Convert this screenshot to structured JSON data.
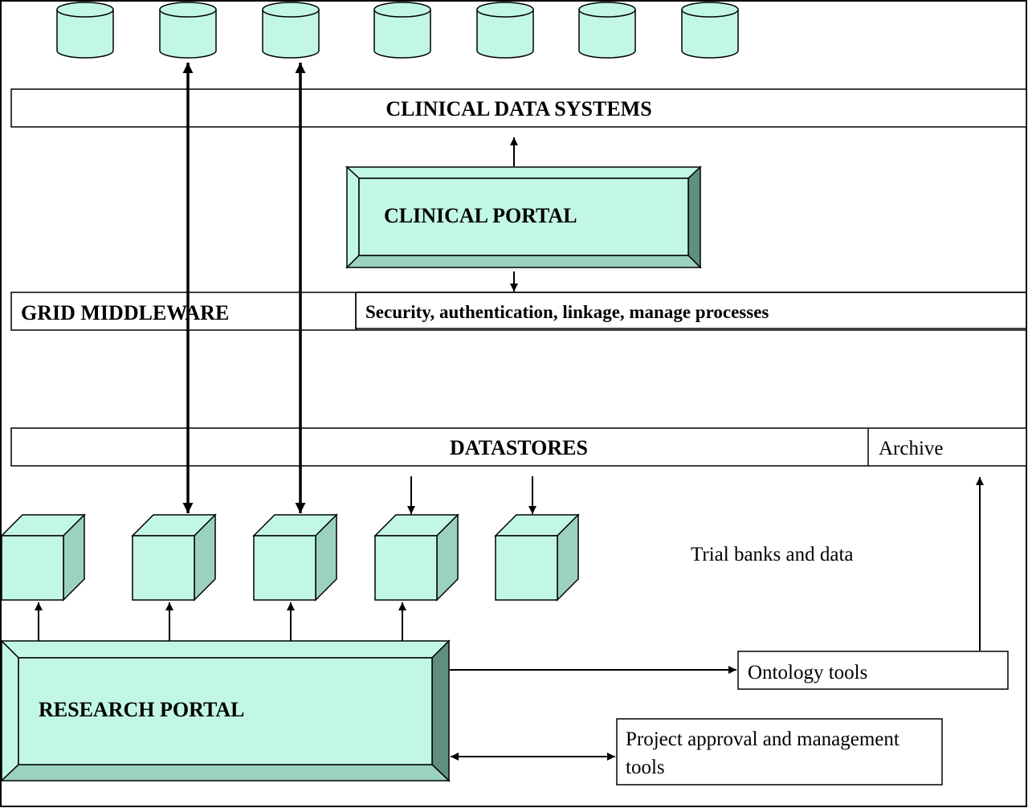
{
  "colors": {
    "fill_light": "#c2f7e6",
    "face_mid": "#9bd1c0",
    "face_dark": "#5f8f80",
    "stroke": "#000000"
  },
  "layers": {
    "clinical_data_systems": "CLINICAL DATA SYSTEMS",
    "grid_middleware": "GRID MIDDLEWARE",
    "grid_middleware_detail": "Security, authentication, linkage, manage processes",
    "datastores": "DATASTORES",
    "archive": "Archive"
  },
  "portals": {
    "clinical": "CLINICAL PORTAL",
    "research": "RESEARCH PORTAL"
  },
  "labels": {
    "trial_banks": "Trial banks and data",
    "ontology_tools": "Ontology tools",
    "project_tools_line1": "Project approval and management",
    "project_tools_line2": "tools"
  },
  "icons": {
    "database": "database-cylinder-icon",
    "datastore": "cube-icon"
  }
}
